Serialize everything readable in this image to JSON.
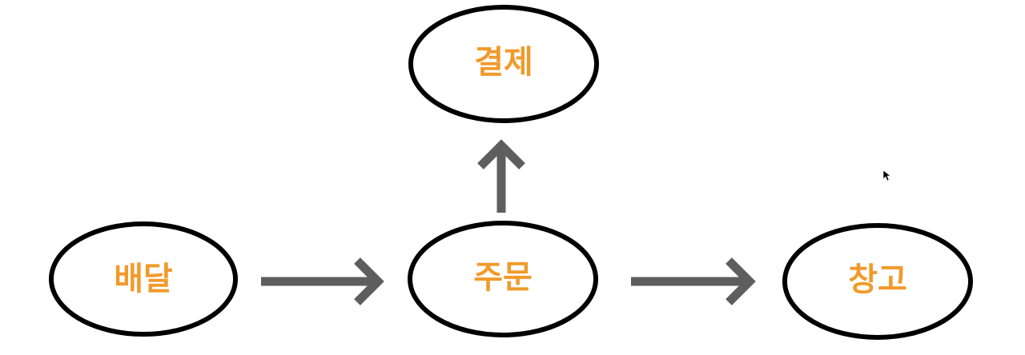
{
  "diagram": {
    "label_color": "#F19A2B",
    "node_stroke_color": "#000000",
    "arrow_color": "#5E5E5E",
    "nodes": [
      {
        "id": "payment",
        "label": "결제"
      },
      {
        "id": "delivery",
        "label": "배달"
      },
      {
        "id": "order",
        "label": "주문"
      },
      {
        "id": "warehouse",
        "label": "창고"
      }
    ],
    "edges": [
      {
        "from": "order",
        "to": "payment"
      },
      {
        "from": "delivery",
        "to": "order"
      },
      {
        "from": "order",
        "to": "warehouse"
      }
    ]
  }
}
